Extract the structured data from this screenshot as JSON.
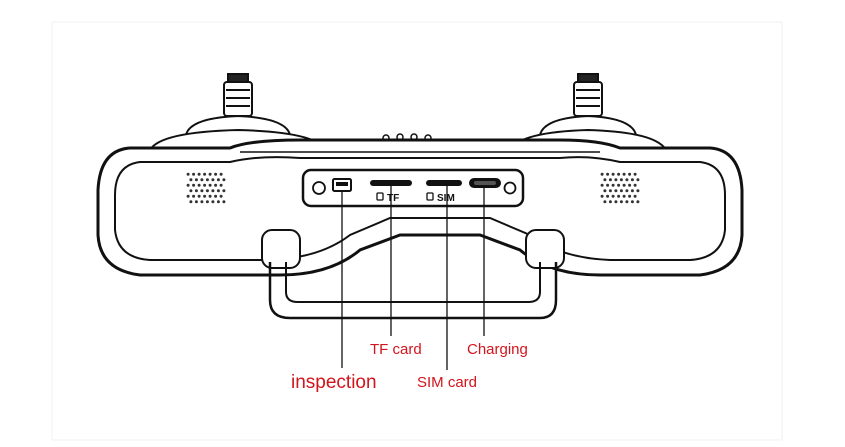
{
  "labels": {
    "inspection": "inspection",
    "tf_card": "TF card",
    "sim_card": "SIM card",
    "charging": "Charging"
  },
  "port_markings": {
    "tf": "TF",
    "sim": "SIM"
  },
  "colors": {
    "callout_text": "#d2141c",
    "outline": "#111111",
    "leader_line": "#111111"
  }
}
